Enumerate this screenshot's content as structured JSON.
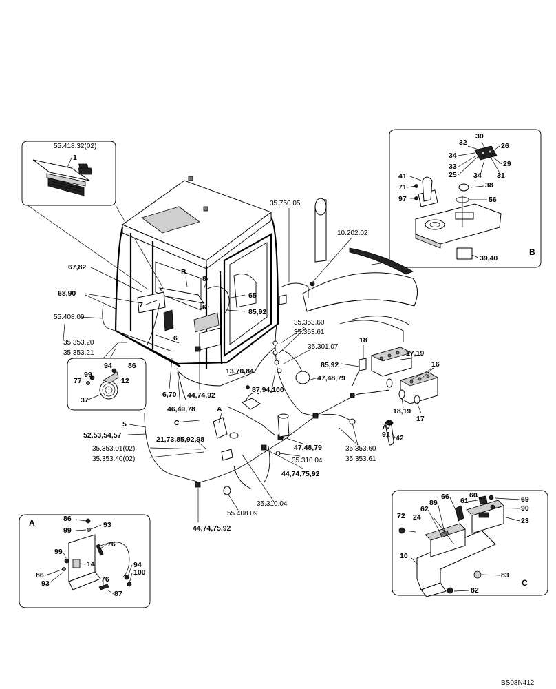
{
  "drawing_code": "BS08N412",
  "view_letters": {
    "a": "A",
    "b": "B",
    "c": "C"
  },
  "main_labels": {
    "l_67_82": "67,82",
    "l_68_90": "68,90",
    "l_55408_09_left": "55.408.09",
    "l_35353_20": "35.353.20",
    "l_35353_21": "35.353.21",
    "l_b_marker": "B",
    "l_8": "8",
    "l_7": "7",
    "l_6a": "6",
    "l_6b": "6",
    "l_65": "65",
    "l_85_92_top": "85,92",
    "l_35750_05": "35.750.05",
    "l_10202_02": "10.202.02",
    "l_35353_60_top": "35.353.60",
    "l_35353_61_top": "35.353.61",
    "l_35301_07": "35.301.07",
    "l_18": "18",
    "l_85_92_mid": "85,92",
    "l_17_19": "17,19",
    "l_16": "16",
    "l_18_19": "18,19",
    "l_17": "17",
    "l_13_70_84": "13,70,84",
    "l_87_94_100": "87,94,100",
    "l_47_48_79_top": "47,48,79",
    "l_6_70": "6,70",
    "l_44_74_92": "44,74,92",
    "l_46_49_78": "46,49,78",
    "l_c_marker": "C",
    "l_a_marker": "A",
    "l_5": "5",
    "l_52_53_54_57": "52,53,54,57",
    "l_21_73": "21,73,85,92,98",
    "l_35353_01": "35.353.01(02)",
    "l_35353_40": "35.353.40(02)",
    "l_47_48_79_bot": "47,48,79",
    "l_35310_04_a": "35.310.04",
    "l_44_74_75_92_a": "44,74,75,92",
    "l_70_91": "70",
    "l_91": "91",
    "l_42": "42",
    "l_35353_60_bot": "35.353.60",
    "l_35353_61_bot": "35.353.61",
    "l_35310_04_b": "35.310.04",
    "l_55408_09_bot": "55.408.09",
    "l_44_74_75_92_b": "44,74,75,92"
  },
  "inset_top_left": {
    "code": "55.418.32(02)",
    "item": "1"
  },
  "inset_horn": {
    "l94": "94",
    "l86": "86",
    "l99": "99",
    "l77": "77",
    "l12": "12",
    "l37": "37"
  },
  "inset_b": {
    "l32": "32",
    "l30": "30",
    "l26": "26",
    "l34a": "34",
    "l33": "33",
    "l25": "25",
    "l29": "29",
    "l34b": "34",
    "l31": "31",
    "l41": "41",
    "l71": "71",
    "l97": "97",
    "l38": "38",
    "l56": "56",
    "l39_40": "39,40"
  },
  "inset_a": {
    "l86a": "86",
    "l93a": "93",
    "l99a": "99",
    "l76a": "76",
    "l99b": "99",
    "l14": "14",
    "l86b": "86",
    "l93b": "93",
    "l94": "94",
    "l100": "100",
    "l76b": "76",
    "l87": "87"
  },
  "inset_c": {
    "l66": "66",
    "l60": "60",
    "l69": "69",
    "l89": "89",
    "l61": "61",
    "l90": "90",
    "l62": "62",
    "l72": "72",
    "l24": "24",
    "l23": "23",
    "l10": "10",
    "l83": "83",
    "l82": "82"
  }
}
